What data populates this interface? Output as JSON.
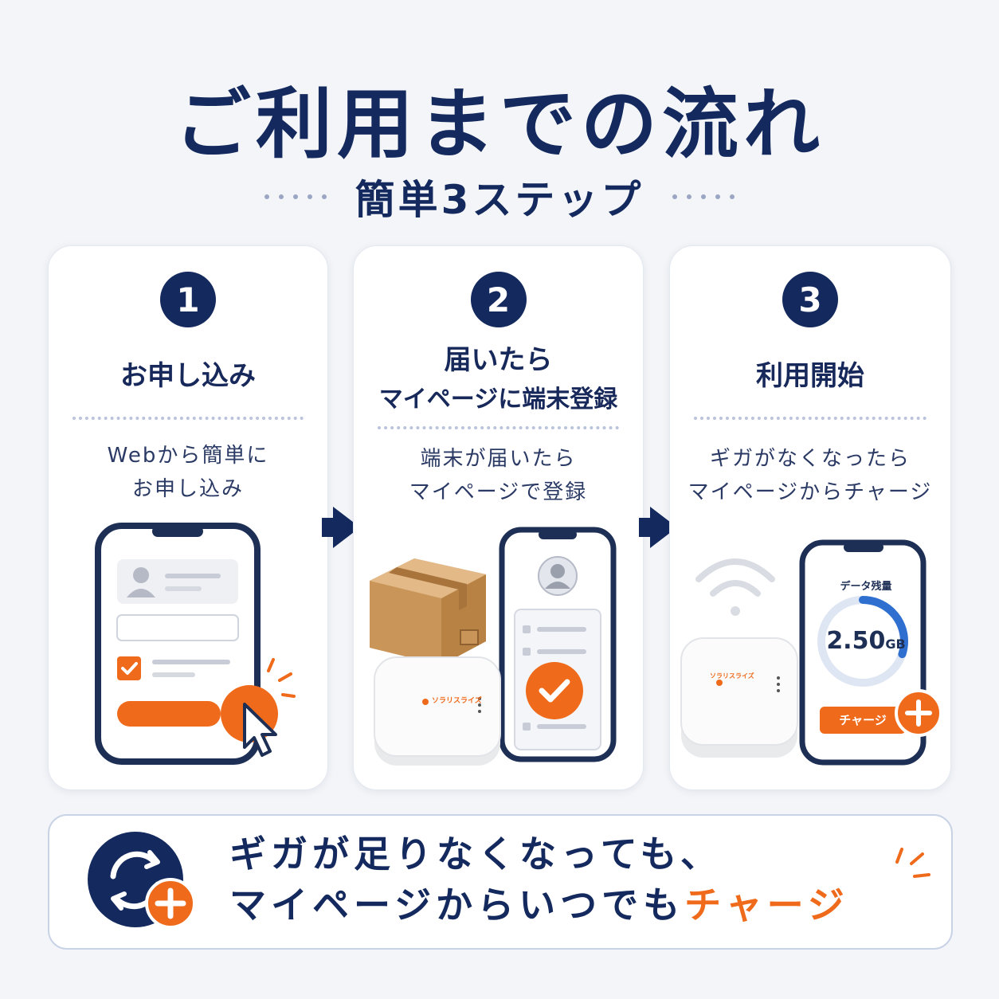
{
  "header": {
    "title": "ご利用までの流れ",
    "subtitle": "簡単3ステップ"
  },
  "steps": [
    {
      "number": "1",
      "heading_lines": [
        "お申し込み"
      ],
      "desc_lines": [
        "Webから簡単に",
        "お申し込み"
      ]
    },
    {
      "number": "2",
      "heading_lines": [
        "届いたら",
        "マイページに端末登録"
      ],
      "desc_lines": [
        "端末が届いたら",
        "マイページで登録"
      ]
    },
    {
      "number": "3",
      "heading_lines": [
        "利用開始"
      ],
      "desc_lines": [
        "ギガがなくなったら",
        "マイページからチャージ"
      ],
      "data_label": "データ残量",
      "data_value": "2.50",
      "data_unit": "GB",
      "remaining_fraction": 0.3,
      "charge_label": "チャージ"
    }
  ],
  "device": {
    "brand_label": "ソラリスライズ"
  },
  "footer": {
    "line1": "ギガが足りなくなっても、",
    "line2_prefix": "マイページからいつでも",
    "line2_highlight": "チャージ"
  },
  "colors": {
    "navy": "#142a5e",
    "orange": "#ef6a1a",
    "background": "#f3f5f8"
  }
}
